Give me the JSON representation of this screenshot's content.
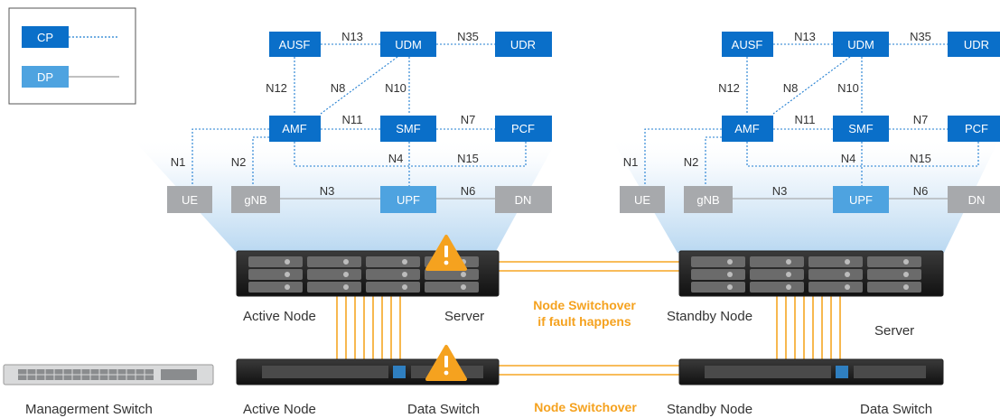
{
  "legend": {
    "cp_label": "CP",
    "dp_label": "DP"
  },
  "colors": {
    "cp_blue": "#0a6fc9",
    "dp_blue": "#4ea3e0",
    "grey_box": "#a7a9ac",
    "cp_line": "#1f7dd1",
    "dp_line": "#9a9a9a",
    "link_orange": "#f5a623",
    "warning_orange": "#f5a21f",
    "switchover_text": "#f5a21f"
  },
  "left_topology": {
    "nf": {
      "ausf": "AUSF",
      "udm": "UDM",
      "udr": "UDR",
      "amf": "AMF",
      "smf": "SMF",
      "pcf": "PCF",
      "ue": "UE",
      "gnb": "gNB",
      "upf": "UPF",
      "dn": "DN"
    },
    "interfaces": {
      "n13": "N13",
      "n35": "N35",
      "n12": "N12",
      "n8": "N8",
      "n10": "N10",
      "n11": "N11",
      "n7": "N7",
      "n1": "N1",
      "n2": "N2",
      "n4": "N4",
      "n15": "N15",
      "n3": "N3",
      "n6": "N6"
    }
  },
  "right_topology": {
    "nf": {
      "ausf": "AUSF",
      "udm": "UDM",
      "udr": "UDR",
      "amf": "AMF",
      "smf": "SMF",
      "pcf": "PCF",
      "ue": "UE",
      "gnb": "gNB",
      "upf": "UPF",
      "dn": "DN"
    },
    "interfaces": {
      "n13": "N13",
      "n35": "N35",
      "n12": "N12",
      "n8": "N8",
      "n10": "N10",
      "n11": "N11",
      "n7": "N7",
      "n1": "N1",
      "n2": "N2",
      "n4": "N4",
      "n15": "N15",
      "n3": "N3",
      "n6": "N6"
    }
  },
  "labels": {
    "active_node_server": "Active Node",
    "server_left": "Server",
    "standby_node_server": "Standby Node",
    "server_right": "Server",
    "switchover_server_line1": "Node Switchover",
    "switchover_server_line2": "if fault happens",
    "management_switch": "Managerment Switch",
    "active_node_switch": "Active Node",
    "data_switch_left": "Data Switch",
    "switchover_switch": "Node Switchover",
    "standby_node_switch": "Standby Node",
    "data_switch_right": "Data Switch"
  }
}
